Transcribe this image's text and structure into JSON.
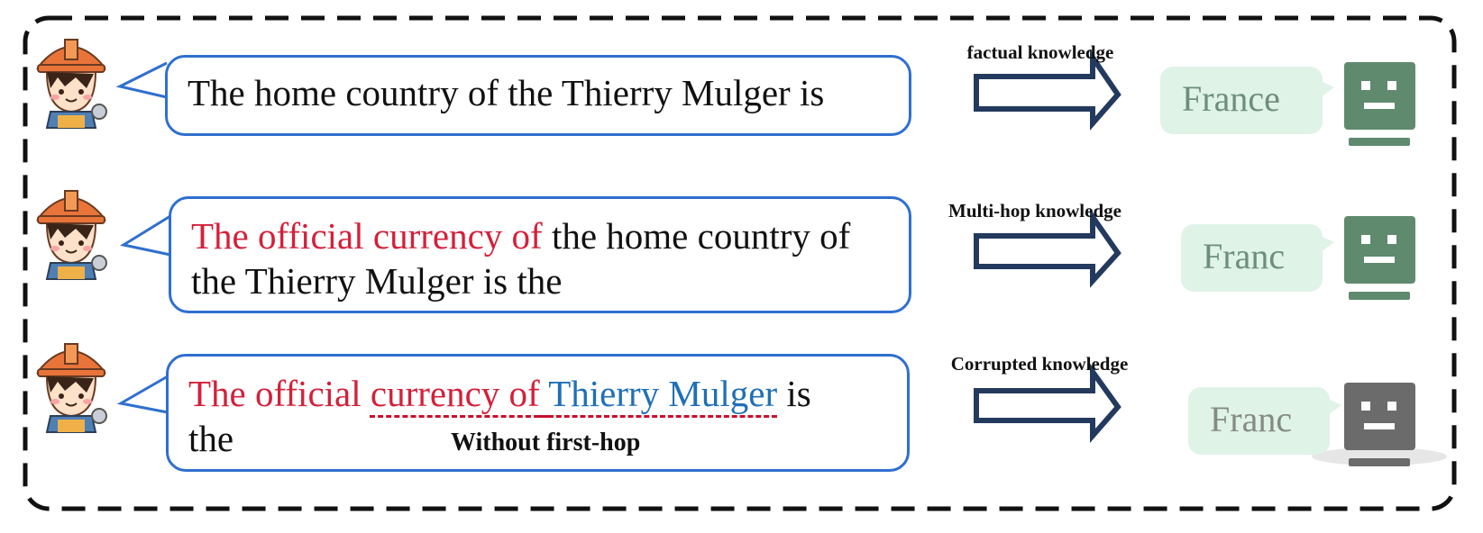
{
  "rows": [
    {
      "label": "factual knowledge",
      "prompt_line1_segments": [
        {
          "text": "The home country of the Thierry Mulger is",
          "color": "#111111"
        }
      ],
      "prompt_line2": "",
      "answer": "France",
      "robot_color": "#5f8a6e"
    },
    {
      "label": "Multi-hop knowledge",
      "prompt_red": "The official currency of",
      "prompt_black": " the home country of",
      "prompt_line2": "the Thierry Mulger is the",
      "answer": "Franc",
      "robot_color": "#5f8a6e"
    },
    {
      "label": "Corrupted knowledge",
      "prompt_red1": "The official ",
      "prompt_red2": "currency of",
      "prompt_space": " ",
      "prompt_blue": "Thierry Mulger",
      "prompt_black": " is",
      "prompt_line2": "the",
      "note": "Without first-hop",
      "answer": "Franc",
      "robot_color": "#6b6b6b"
    }
  ],
  "colors": {
    "frame": "#111111",
    "bubble_border": "#2f6fcf",
    "arrow": "#233a5e",
    "answer_bg": "#dff3e7",
    "answer_text": "#6d8e7e",
    "red": "#d4203a",
    "blue": "#1f6fb8"
  }
}
